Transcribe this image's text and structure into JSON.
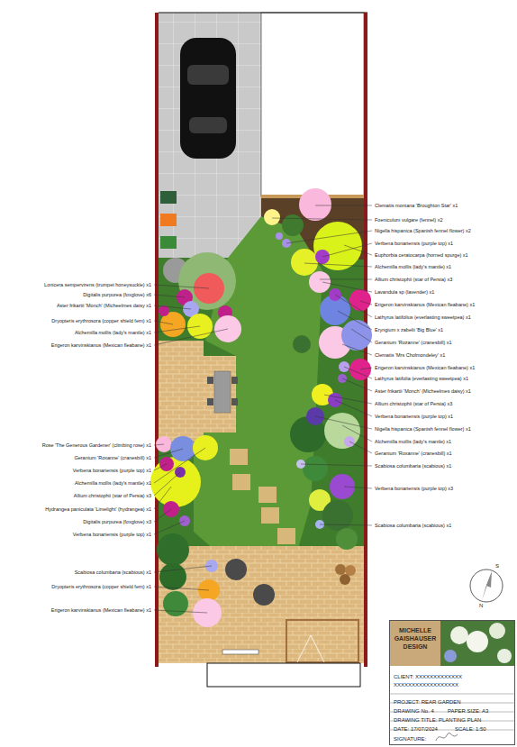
{
  "diagram": {
    "nodes": [
      {
        "text": [
          "MICHELLE GAISHAUSER DESIGN",
          "CLIENT: XXXXXXXXXXXXX",
          "XXXXXXXXXXXXXXXXXX",
          "PROJECT: REAR GARDEN",
          "DRAWING No. 4",
          "PAPER SIZE: A3",
          "DRAWING TITLE: PLANTING PLAN",
          "DATE: 17/07/2024",
          "SCALE: 1:50",
          "SIGNATURE:"
        ]
      }
    ],
    "labels": [
      "Lonicera sempervirens (trumpet honeysuckle) x1",
      "Digitalis purpurea (foxglove) x6",
      "Aster frikartii 'Monch' (Micheelmes daisy x1",
      "Dryopteris erythrosora (copper shield fern) x1",
      "Alchemilla mollis (lady's mantle) x1",
      "Erigeron karvinskianus (Mexican fleabane) x1",
      "Rose 'The Generous Gardener' (climbing rose) x1",
      "Geranium 'Roxanne' (cranesbill) x1",
      "Verbena bonariensis (purple top) x1",
      "Alchemilla mollis (lady's mantle) x1",
      "Allium christophii (star of Persia) x3",
      "Hydrangea paniculata 'Limelight' (hydrangea) x1",
      "Digitalis purpurea (foxglove) x3",
      "Verbena bonariensis (purple top) x1",
      "Scabiosa columbaria (scabious) x1",
      "Dryopteris erythrosora (copper shield fern) x1",
      "Erigeron karvinskianus (Mexican fleabane) x1",
      "Clematis montana 'Broughton Star' x1",
      "Foeniculum vulgare (fennel) x2",
      "Nigella hispanica (Spanish fennel flower) x2",
      "Verbena bonariensis (purple top) x1",
      "Euphorbia ceratocarpa (horned spurge) x1",
      "Alchemilla mollis (lady's mantle) x1",
      "Allium christophii (star of Persia) x3",
      "Lavandula sp (lavender) x1",
      "Erigeron karvinskianus (Mexican fleabane) x1",
      "Lathyrus latifolius (everlasting sweetpea) x1",
      "Eryngium x zabelii 'Big Blue' x1",
      "Geranium 'Rozanne' (cranesbill) x1",
      "Clematis 'Mrs Cholmondeley' x1",
      "Erigeron karvinskianus (Mexican fleabane) x1",
      "Lathyrus latifolia (everlasting sweetpea) x1",
      "Aster frikartii 'Monch' (Micheelmes daisy) x1",
      "Allium christophii (star of Persia) x3",
      "Verbena bonariensis (purple top) x1",
      "Nigella hispanica (Spanish fennel flower) x1",
      "Alchemilla mollis (lady's mantle) x1",
      "Geranium 'Roxanne' (cranesbill) x1",
      "Scabiosa columbaria (scabious) x1",
      "Verbena bonariensis (purple top) x3",
      "Scabiosa columbaria (scabious) x1",
      "S",
      "N"
    ]
  }
}
